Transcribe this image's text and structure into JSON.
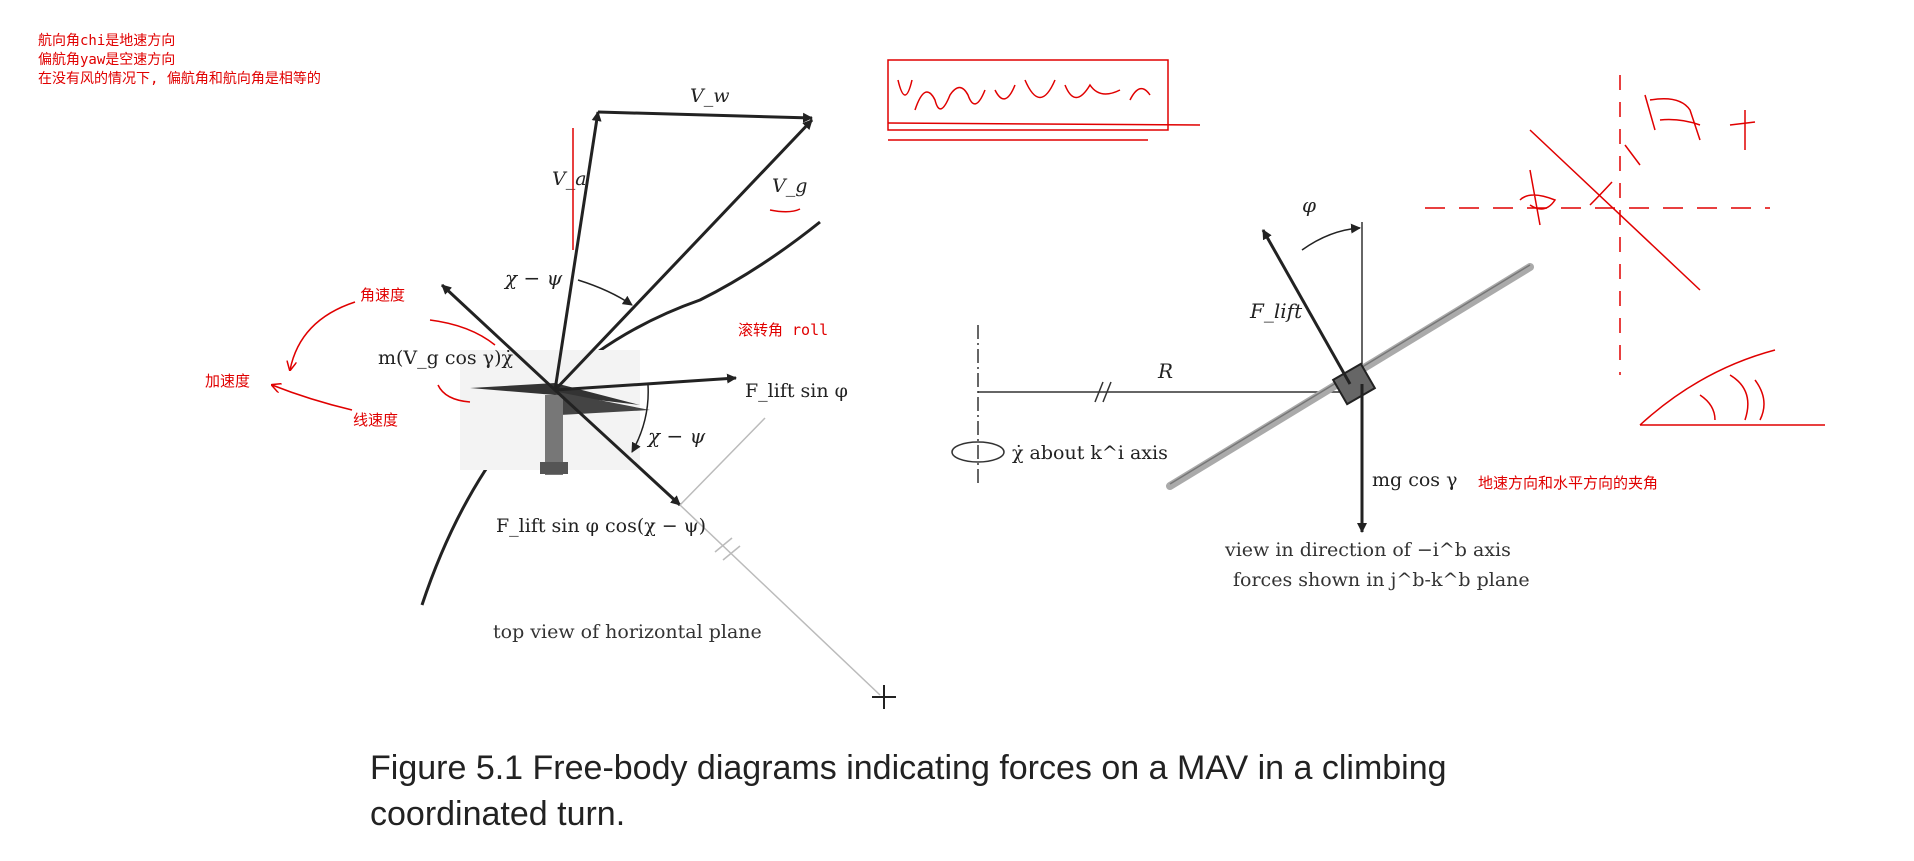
{
  "notes": {
    "line1": "航向角chi是地速方向",
    "line2": "偏航角yaw是空速方向",
    "line3": "在没有风的情况下, 偏航角和航向角是相等的"
  },
  "left_diagram": {
    "vw": "V_w",
    "va": "V_a",
    "vg": "V_g",
    "chi_psi_top": "χ − ψ",
    "chi_psi_bottom": "χ − ψ",
    "centripetal": "m(V_g cos γ)χ̇",
    "flift_sin": "F_lift sin φ",
    "flift_sin_cos": "F_lift sin φ cos(χ − ψ)",
    "subtitle": "top view of horizontal plane"
  },
  "right_diagram": {
    "phi": "φ",
    "flift": "F_lift",
    "r": "R",
    "chi_dot_axis": "χ̇ about k^i axis",
    "mg": "mg cos γ",
    "subtitle_line1": "view in direction of −i^b axis",
    "subtitle_line2": "forces shown in j^b-k^b plane"
  },
  "annotations": {
    "angular_velocity": "角速度",
    "acceleration": "加速度",
    "linear_velocity": "线速度",
    "roll_angle": "滚转角 roll",
    "ground_horizontal_angle": "地速方向和水平方向的夹角"
  },
  "caption": {
    "line1": "Figure 5.1  Free-body diagrams indicating forces on a MAV in a climbing",
    "line2": "coordinated turn."
  },
  "colors": {
    "annotation": "#e00000",
    "ink": "#222222"
  }
}
